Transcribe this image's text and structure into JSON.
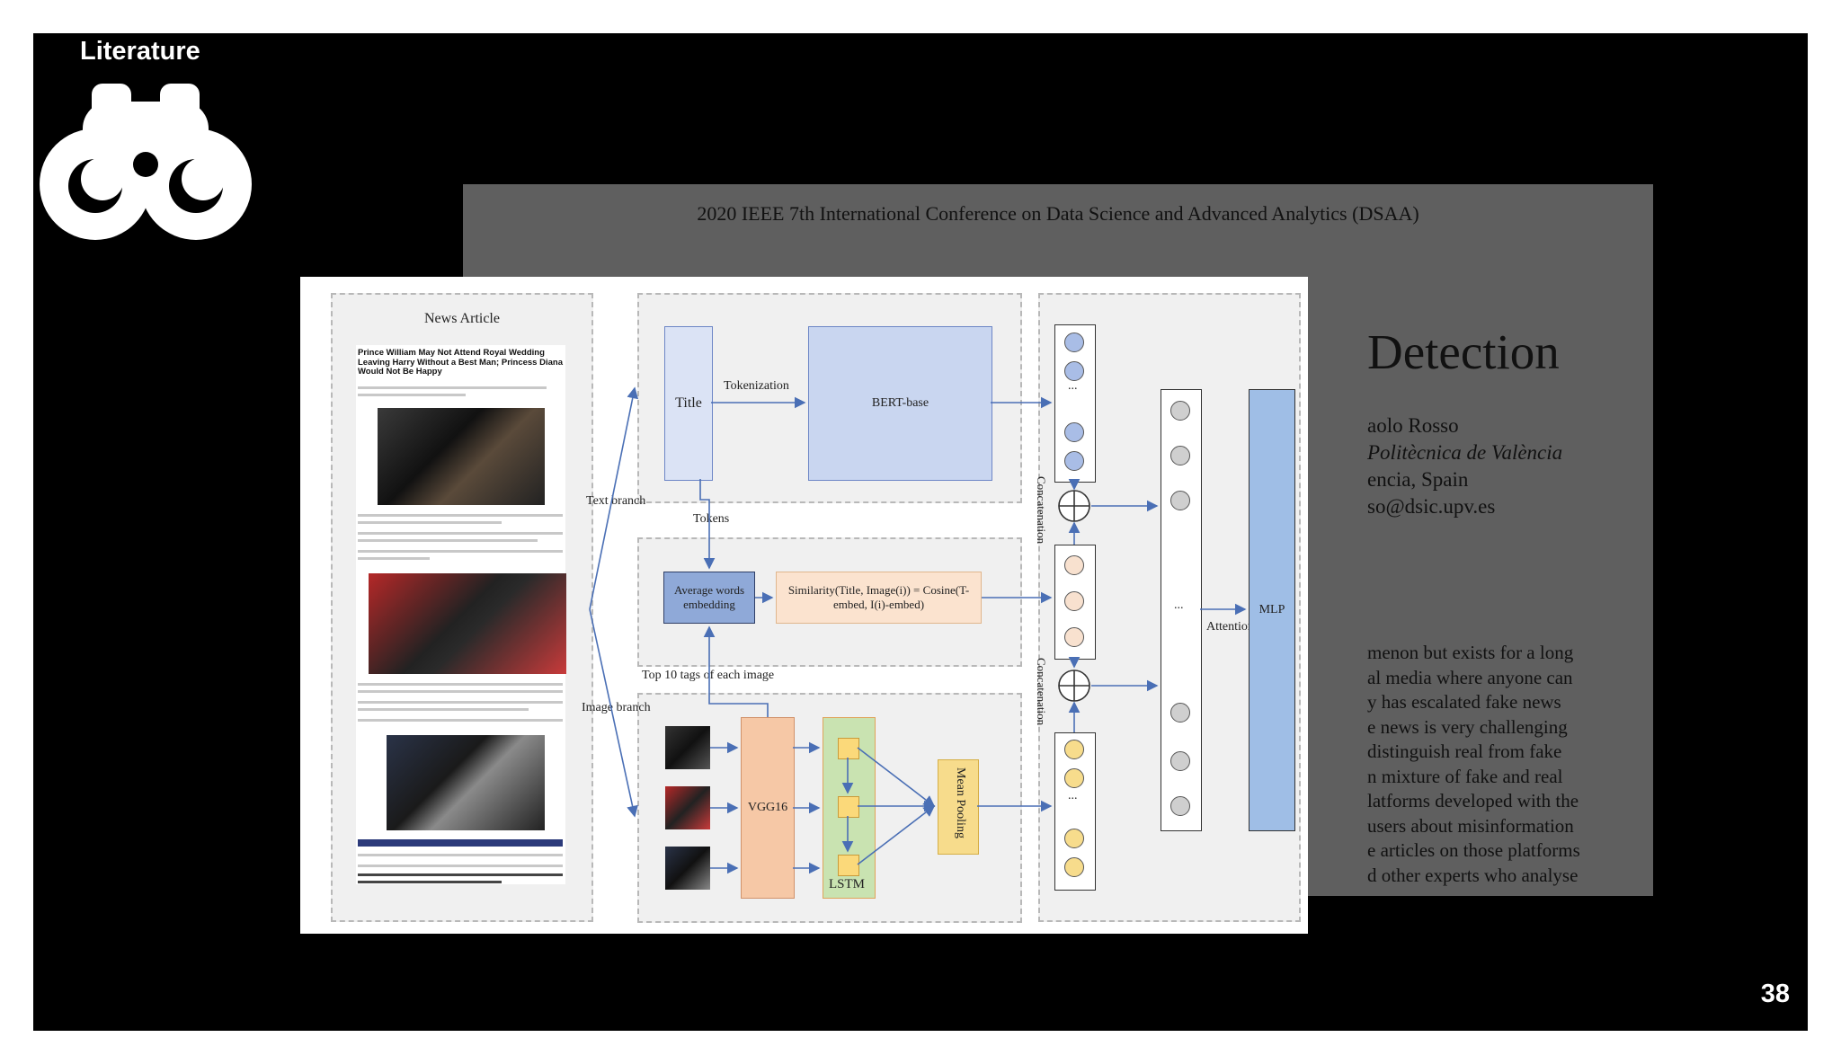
{
  "slide": {
    "section_title": "Literature",
    "section_icon": "binoculars-icon",
    "slide_number": "38"
  },
  "paper": {
    "conference": "2020 IEEE 7th International Conference on Data Science and Advanced Analytics (DSAA)",
    "title_fragment": "Detection",
    "author_lines": [
      "aolo Rosso",
      "Politècnica de València",
      "encia, Spain",
      "so@dsic.upv.es"
    ],
    "body_lines": [
      "menon but exists for a long",
      "al media where anyone can",
      "y has escalated fake news",
      "e news is very challenging",
      "distinguish real from fake",
      "n mixture of fake and real",
      "latforms developed with the",
      "users about misinformation",
      "e articles on those platforms",
      "d other experts who analyse"
    ]
  },
  "figure": {
    "news_article_label": "News Article",
    "article_headline": "Prince William May Not Attend Royal Wedding Leaving Harry Without a Best Man; Princess Diana Would Not Be Happy",
    "text_branch": "Text branch",
    "image_branch": "Image branch",
    "title_box": "Title",
    "tokenization": "Tokenization",
    "bert": "BERT-base",
    "tokens": "Tokens",
    "avg_words": "Average words embedding",
    "similarity": "Similarity(Title, Image(i)) = Cosine(T-embed, I(i)-embed)",
    "top10": "Top 10 tags of each image",
    "vgg": "VGG16",
    "lstm": "LSTM",
    "mean_pooling": "Mean Pooling",
    "concatenation": "Concatenation",
    "ellipsis": "...",
    "attention": "Attention",
    "mlp": "MLP",
    "colors": {
      "title_fill": "#dbe3f5",
      "bert_fill": "#c9d6f0",
      "avg_fill": "#8fa9d8",
      "sim_fill": "#fbe3cf",
      "vgg_fill": "#f6c8a6",
      "lstm_fill": "#c9e3b1",
      "pool_fill": "#f7dc8c",
      "mlp_fill": "#9fbee6",
      "arrow": "#4a6fb5"
    }
  }
}
